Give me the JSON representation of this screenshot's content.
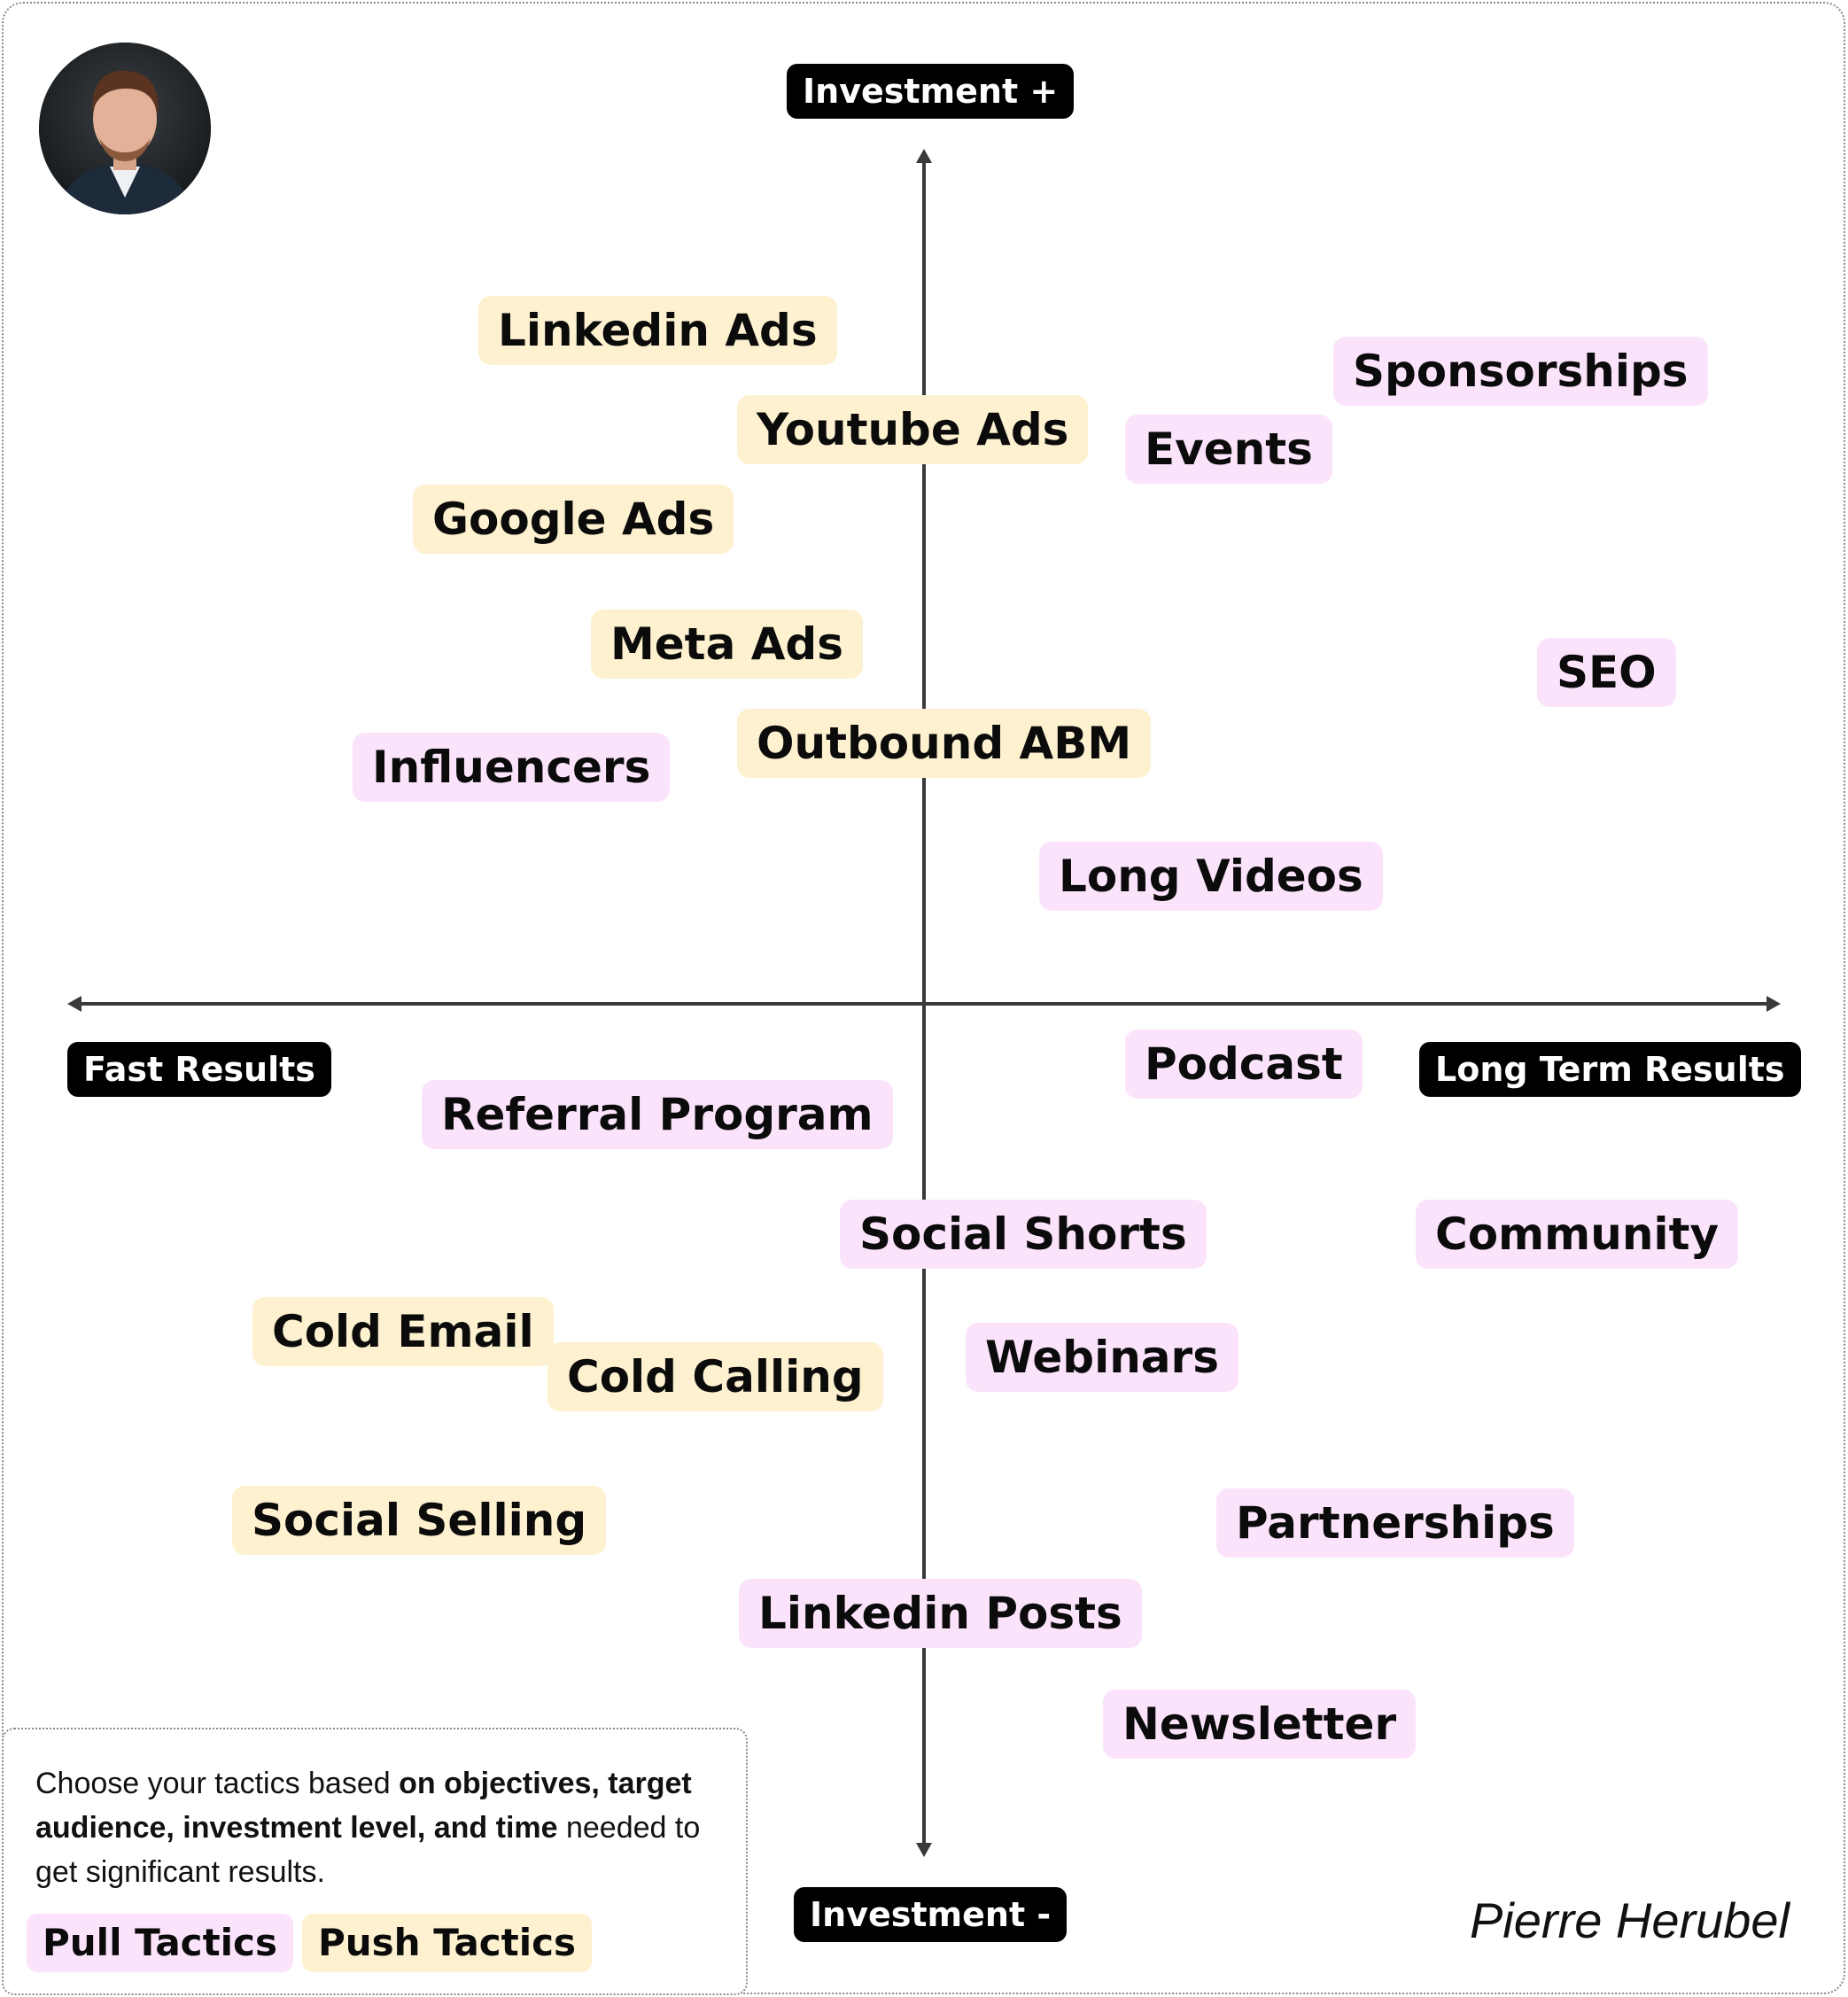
{
  "diagram": {
    "axis_labels": {
      "top": "Investment +",
      "bottom": "Investment -",
      "left": "Fast Results",
      "right": "Long Term Results"
    },
    "tactics": [
      {
        "label": "Linkedin Ads",
        "category": "push"
      },
      {
        "label": "Youtube Ads",
        "category": "push"
      },
      {
        "label": "Google Ads",
        "category": "push"
      },
      {
        "label": "Meta Ads",
        "category": "push"
      },
      {
        "label": "Outbound ABM",
        "category": "push"
      },
      {
        "label": "Influencers",
        "category": "pull"
      },
      {
        "label": "Sponsorships",
        "category": "pull"
      },
      {
        "label": "Events",
        "category": "pull"
      },
      {
        "label": "SEO",
        "category": "pull"
      },
      {
        "label": "Long Videos",
        "category": "pull"
      },
      {
        "label": "Podcast",
        "category": "pull"
      },
      {
        "label": "Referral Program",
        "category": "pull"
      },
      {
        "label": "Social Shorts",
        "category": "pull"
      },
      {
        "label": "Community",
        "category": "pull"
      },
      {
        "label": "Cold Email",
        "category": "push"
      },
      {
        "label": "Cold Calling",
        "category": "push"
      },
      {
        "label": "Webinars",
        "category": "pull"
      },
      {
        "label": "Social Selling",
        "category": "push"
      },
      {
        "label": "Partnerships",
        "category": "pull"
      },
      {
        "label": "Linkedin Posts",
        "category": "pull"
      },
      {
        "label": "Newsletter",
        "category": "pull"
      }
    ],
    "colors": {
      "pull": "#fbe4fb",
      "push": "#fdf1cf",
      "axis": "#3a3a3a",
      "label_bg": "#000000"
    }
  },
  "legend": {
    "text_1": "Choose your tactics based ",
    "text_bold": "on objectives, target audience, investment level, and time",
    "text_2": " needed to get significant results.",
    "pull_label": "Pull Tactics",
    "push_label": "Push Tactics"
  },
  "author": {
    "signature": "Pierre Herubel",
    "avatar_icon": "person-portrait-icon"
  }
}
